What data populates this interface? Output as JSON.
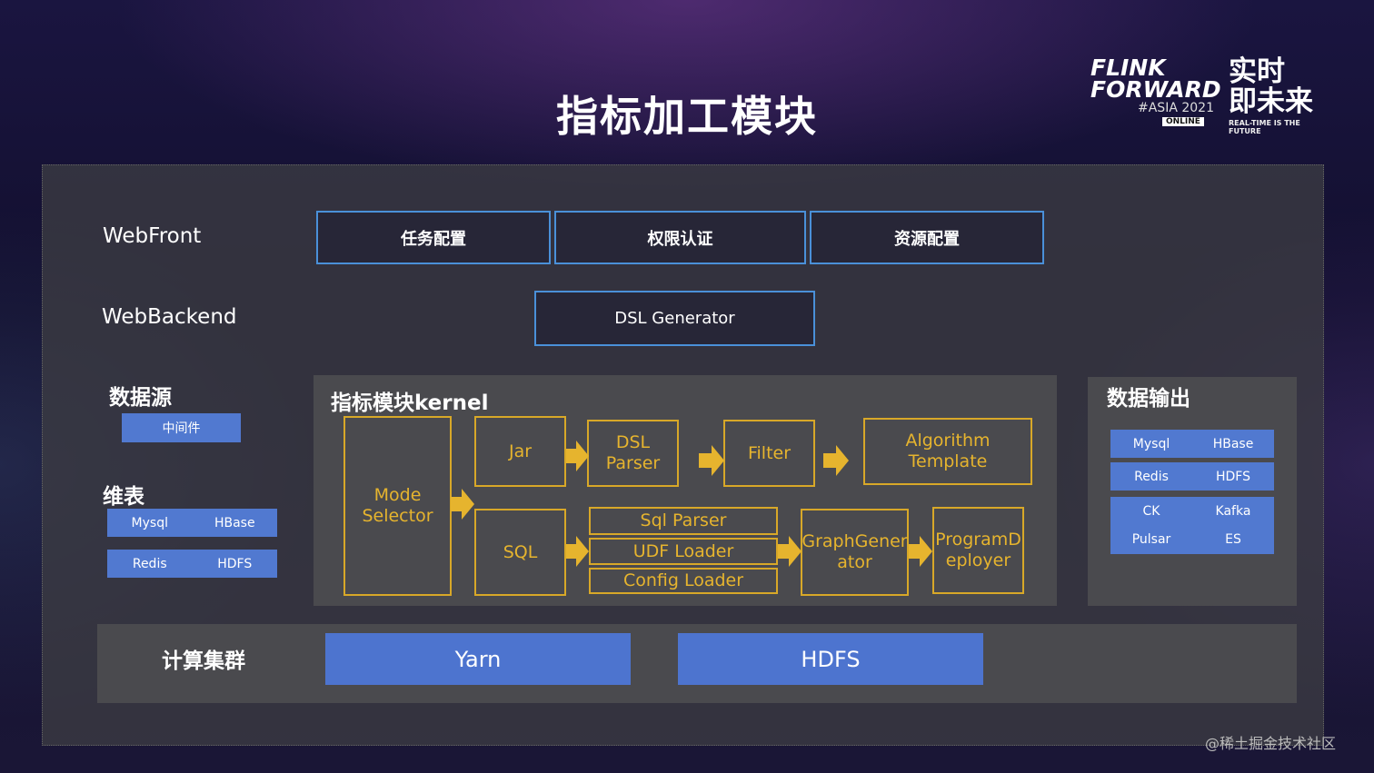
{
  "title": "指标加工模块",
  "logo": {
    "line1": "FLINK",
    "line2": "FORWARD",
    "asia": "#ASIA 2021",
    "online": "ONLINE",
    "cn1": "实时",
    "cn2": "即未来",
    "slogan": "REAL-TIME IS THE FUTURE"
  },
  "webfront": {
    "label": "WebFront",
    "boxes": [
      "任务配置",
      "权限认证",
      "资源配置"
    ]
  },
  "webbackend": {
    "label": "WebBackend",
    "box": "DSL Generator"
  },
  "datasource": {
    "label": "数据源",
    "chip": "中间件"
  },
  "dimension": {
    "label": "维表",
    "rows": [
      [
        "Mysql",
        "HBase"
      ],
      [
        "Redis",
        "HDFS"
      ]
    ]
  },
  "kernel": {
    "label": "指标模块kernel",
    "mode_selector": "Mode\nSelector",
    "jar": "Jar",
    "dsl_parser": "DSL\nParser",
    "filter": "Filter",
    "algorithm": "Algorithm\nTemplate",
    "sql": "SQL",
    "sql_parser": "Sql Parser",
    "udf_loader": "UDF Loader",
    "config_loader": "Config Loader",
    "graph": "GraphGener\nator",
    "program": "ProgramD\neployer"
  },
  "output": {
    "label": "数据输出",
    "rows": [
      [
        "Mysql",
        "HBase"
      ],
      [
        "Redis",
        "HDFS"
      ],
      [
        "CK",
        "Kafka"
      ],
      [
        "Pulsar",
        "ES"
      ]
    ]
  },
  "compute": {
    "label": "计算集群",
    "bars": [
      "Yarn",
      "HDFS"
    ]
  },
  "watermark": "@稀土掘金技术社区",
  "colors": {
    "accent_blue": "#4a90d9",
    "chip_blue": "#5179d0",
    "kernel_yellow": "#e6b42e"
  }
}
